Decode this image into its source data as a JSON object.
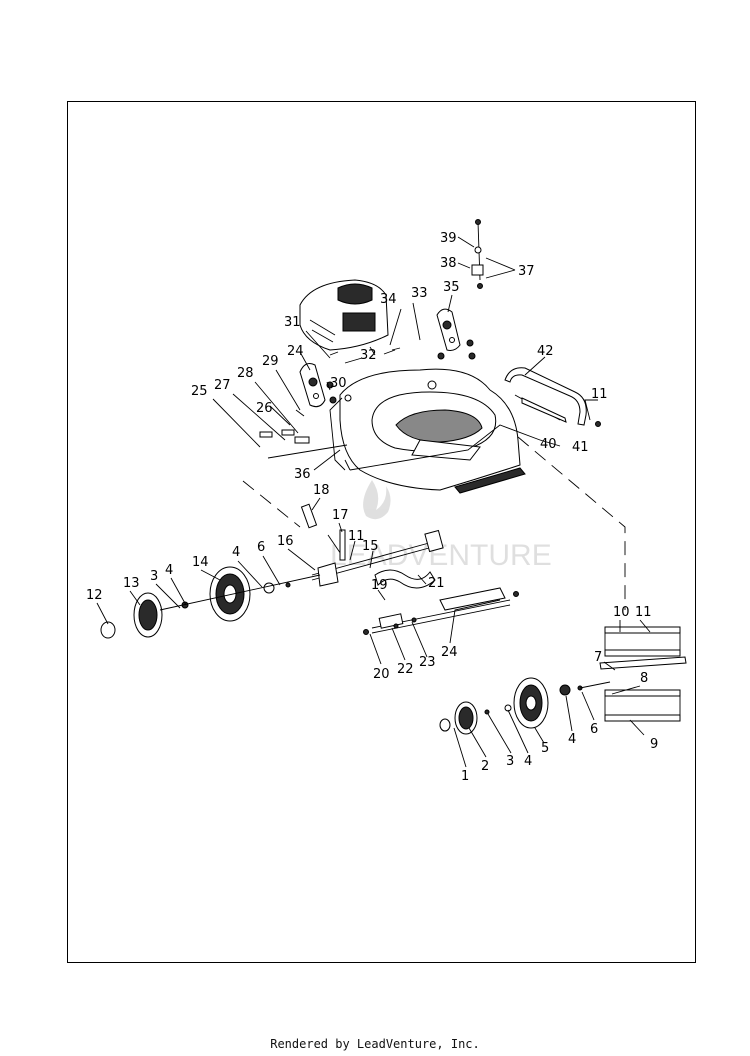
{
  "footer": {
    "text": "Rendered by LeadVenture, Inc."
  },
  "callouts": [
    "1",
    "2",
    "3",
    "4",
    "5",
    "6",
    "7",
    "8",
    "9",
    "10",
    "11",
    "12",
    "13",
    "14",
    "15",
    "16",
    "17",
    "18",
    "19",
    "20",
    "21",
    "22",
    "23",
    "24",
    "25",
    "26",
    "27",
    "28",
    "29",
    "30",
    "31",
    "32",
    "33",
    "34",
    "35",
    "36",
    "37",
    "38",
    "39",
    "40",
    "41",
    "42"
  ]
}
